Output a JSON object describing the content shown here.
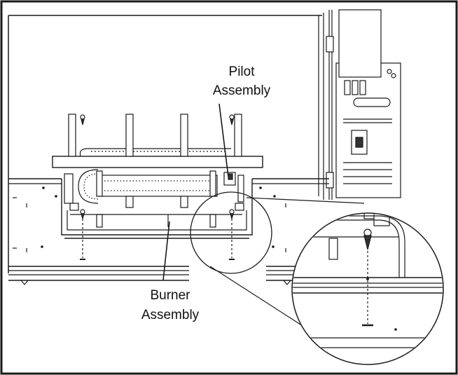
{
  "labels": {
    "pilot": [
      "Pilot",
      "Assembly"
    ],
    "burner": [
      "Burner",
      "Assembly"
    ]
  },
  "colors": {
    "line": "#1a1a1a",
    "paper": "#ffffff",
    "light_fill": "#f2f2f2",
    "dark_fill": "#333333"
  }
}
